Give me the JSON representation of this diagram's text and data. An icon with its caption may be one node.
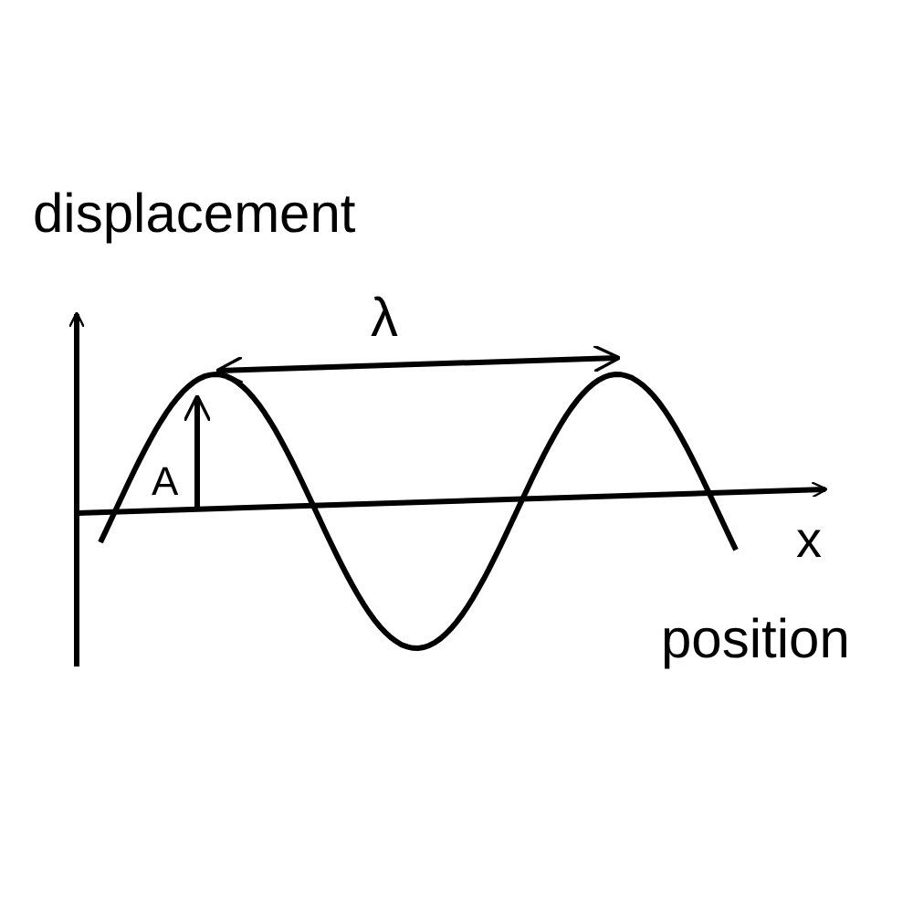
{
  "diagram": {
    "labels": [
      "displacement",
      "λ",
      "A",
      "x",
      "position"
    ]
  }
}
